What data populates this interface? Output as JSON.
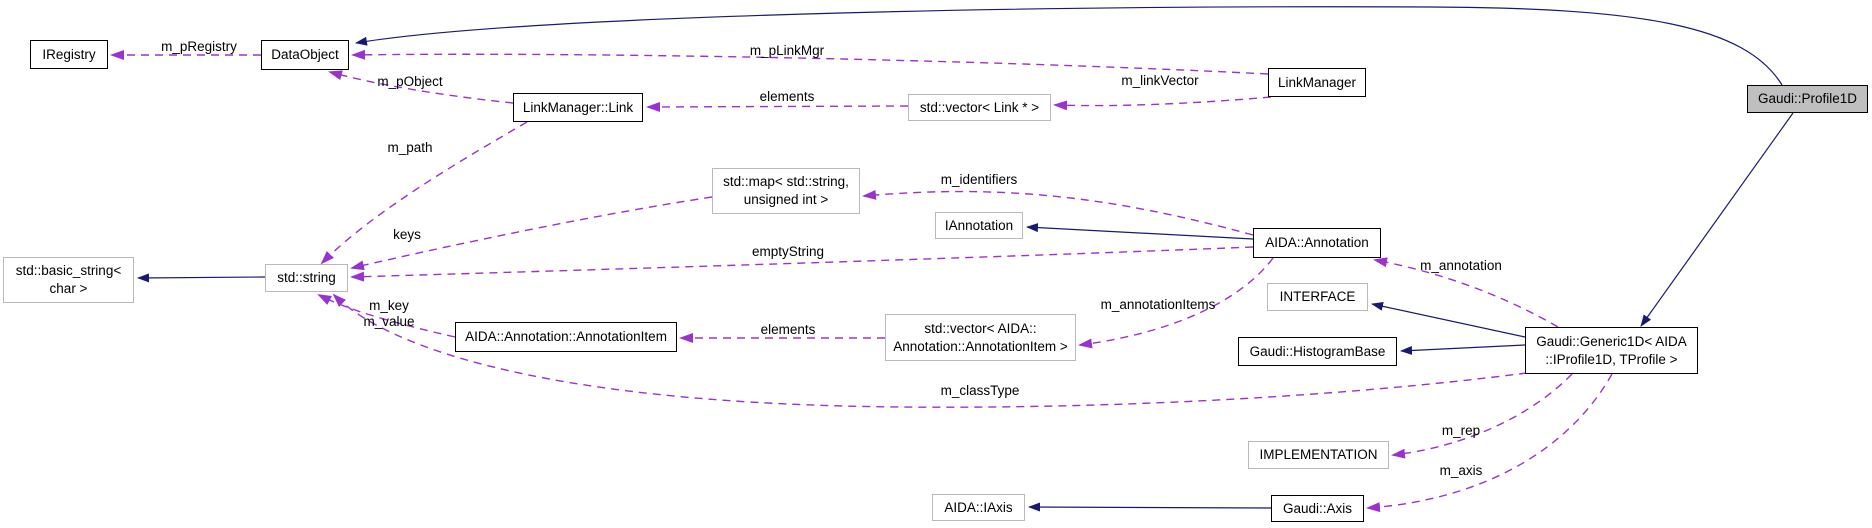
{
  "diagram": {
    "kind": "collaboration-graph",
    "colors": {
      "inheritance_edge": "#191970",
      "usage_edge": "#9a32cd",
      "class_border": "#000000",
      "external_border": "#b9b9b9",
      "current_node_fill": "#bfbfbf",
      "background": "#ffffff"
    },
    "nodes": {
      "iregistry": {
        "label": "IRegistry"
      },
      "dataobject": {
        "label": "DataObject"
      },
      "linkmanager_link": {
        "label": "LinkManager::Link"
      },
      "std_vector_link": {
        "label": "std::vector< Link * >"
      },
      "linkmanager": {
        "label": "LinkManager"
      },
      "gaudi_profile1d": {
        "label": "Gaudi::Profile1D",
        "highlighted": true
      },
      "std_map": {
        "label": "std::map< std::string,\nunsigned int >"
      },
      "iannotation": {
        "label": "IAnnotation"
      },
      "aida_annotation": {
        "label": "AIDA::Annotation"
      },
      "std_basic_string": {
        "label": "std::basic_string<\nchar >"
      },
      "std_string": {
        "label": "std::string"
      },
      "interface": {
        "label": "INTERFACE"
      },
      "annotation_item": {
        "label": "AIDA::Annotation::AnnotationItem"
      },
      "std_vector_annotationitem": {
        "label": "std::vector< AIDA::\nAnnotation::AnnotationItem >"
      },
      "histogrambase": {
        "label": "Gaudi::HistogramBase"
      },
      "generic1d": {
        "label": "Gaudi::Generic1D< AIDA\n::IProfile1D, TProfile >"
      },
      "implementation": {
        "label": "IMPLEMENTATION"
      },
      "aida_iaxis": {
        "label": "AIDA::IAxis"
      },
      "gaudi_axis": {
        "label": "Gaudi::Axis"
      }
    },
    "edge_labels": {
      "m_pregistry": "m_pRegistry",
      "m_plinkmgr": "m_pLinkMgr",
      "m_pobject": "m_pObject",
      "elements_top": "elements",
      "m_linkvector": "m_linkVector",
      "m_path": "m_path",
      "m_identifiers": "m_identifiers",
      "keys": "keys",
      "emptystring": "emptyString",
      "m_annotation": "m_annotation",
      "m_key_value": "m_key\nm_value",
      "m_annotationitems": "m_annotationItems",
      "elements_bottom": "elements",
      "m_classtype": "m_classType",
      "m_rep": "m_rep",
      "m_axis": "m_axis"
    }
  }
}
